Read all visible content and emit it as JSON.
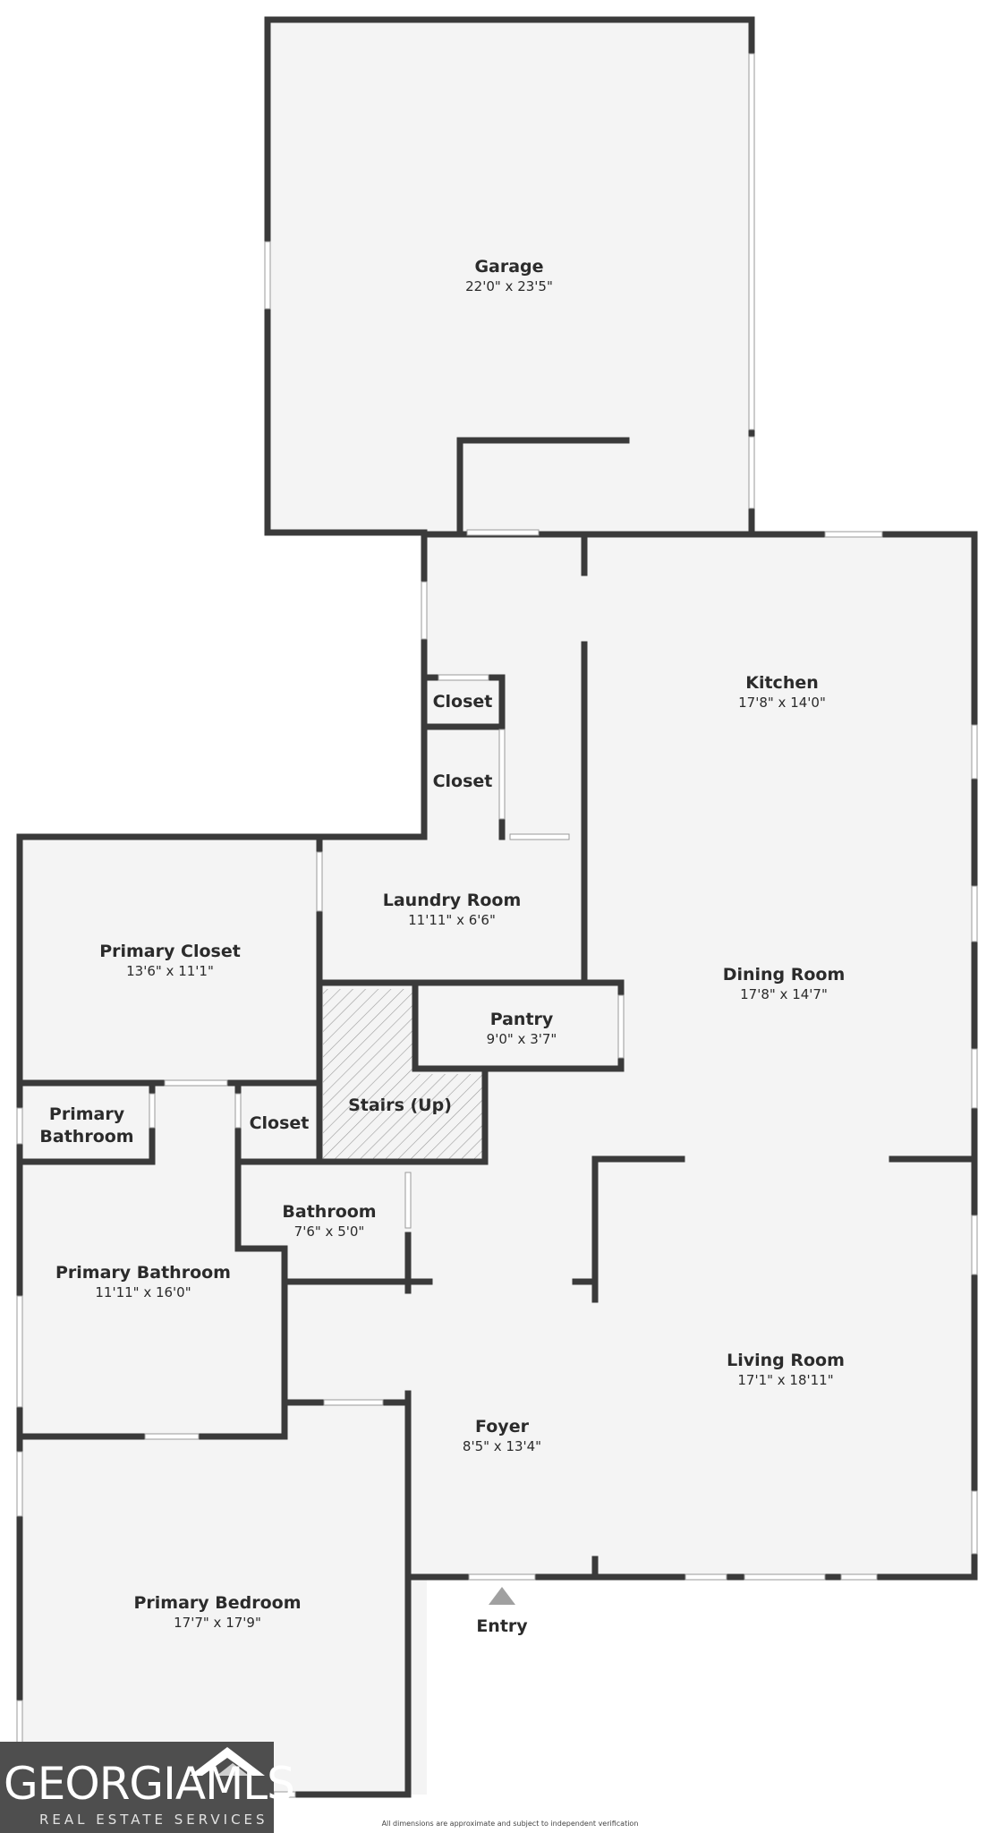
{
  "rooms": {
    "garage": {
      "name": "Garage",
      "dim": "22'0\" x 23'5\""
    },
    "kitchen": {
      "name": "Kitchen",
      "dim": "17'8\" x 14'0\""
    },
    "closet_upper": {
      "name": "Closet"
    },
    "closet_lower": {
      "name": "Closet"
    },
    "laundry": {
      "name": "Laundry Room",
      "dim": "11'11\" x 6'6\""
    },
    "primary_closet": {
      "name": "Primary Closet",
      "dim": "13'6\" x 11'1\""
    },
    "dining": {
      "name": "Dining Room",
      "dim": "17'8\" x 14'7\""
    },
    "pantry": {
      "name": "Pantry",
      "dim": "9'0\" x 3'7\""
    },
    "stairs": {
      "name": "Stairs (Up)"
    },
    "primary_bath_small": {
      "name_line1": "Primary",
      "name_line2": "Bathroom"
    },
    "closet_bath": {
      "name": "Closet"
    },
    "bathroom": {
      "name": "Bathroom",
      "dim": "7'6\" x 5'0\""
    },
    "primary_bath": {
      "name": "Primary Bathroom",
      "dim": "11'11\" x 16'0\""
    },
    "living": {
      "name": "Living Room",
      "dim": "17'1\" x 18'11\""
    },
    "foyer": {
      "name": "Foyer",
      "dim": "8'5\" x 13'4\""
    },
    "primary_bedroom": {
      "name": "Primary Bedroom",
      "dim": "17'7\" x 17'9\""
    }
  },
  "entry": {
    "label": "Entry",
    "icon": "entry-arrow-icon"
  },
  "footnote": "All dimensions are approximate and subject to independent verification",
  "logo": {
    "main": "GEORGIAMLS",
    "sub": "REAL ESTATE SERVICES",
    "icon": "mountain-icon"
  },
  "colors": {
    "wall": "#3a3a3a",
    "floor": "#f4f4f4",
    "background": "#ffffff",
    "logo_bg": "#4e4e4e"
  }
}
